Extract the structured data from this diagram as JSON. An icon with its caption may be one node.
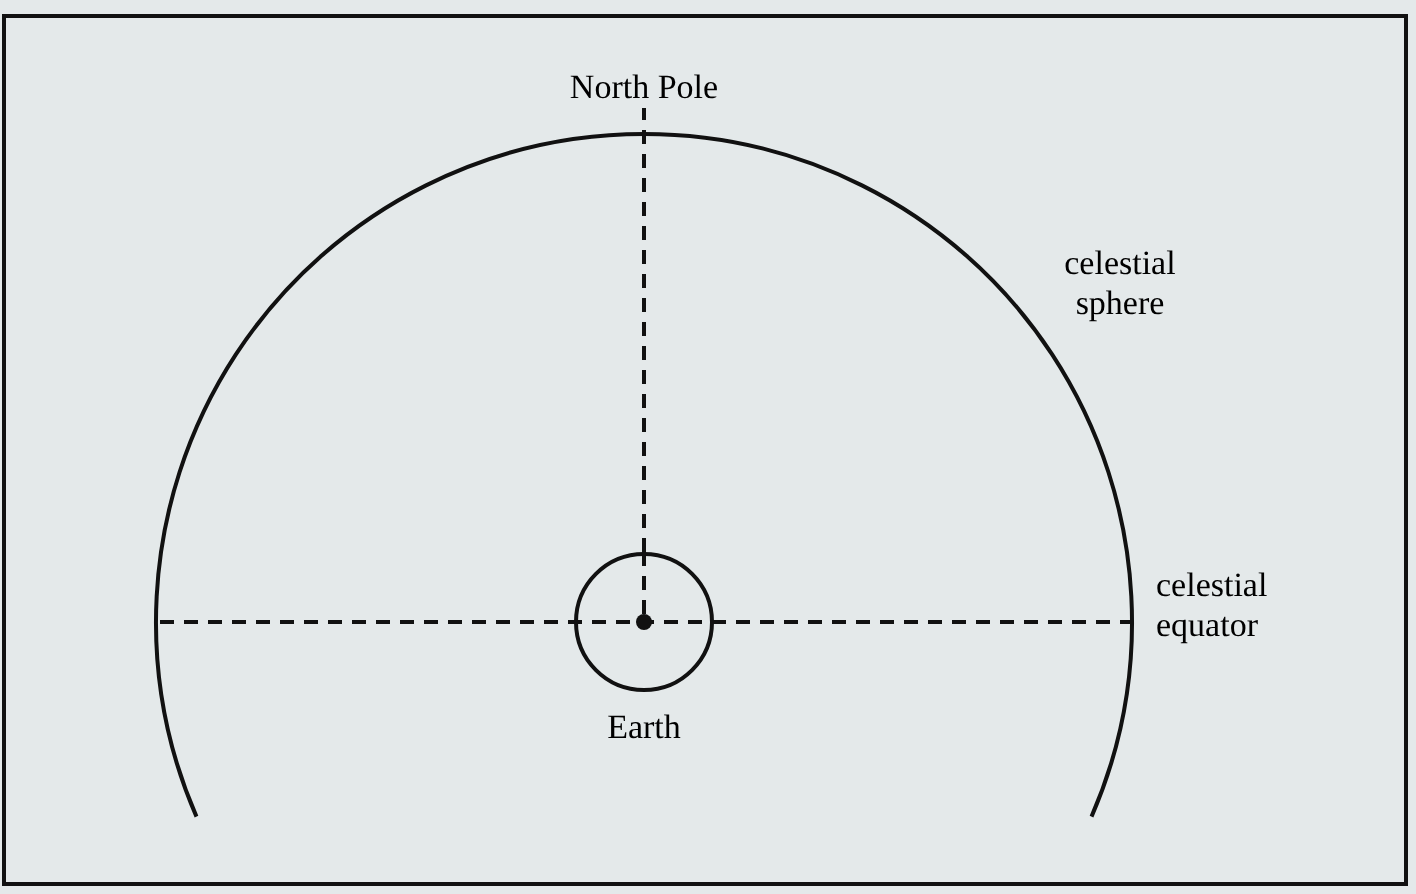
{
  "diagram": {
    "nodes": [
      {
        "text": [
          "North Pole"
        ]
      },
      {
        "text": [
          "Earth"
        ]
      }
    ],
    "edges": [
      {
        "from": 1,
        "to": 0,
        "arrow": "none",
        "style": "dashed"
      }
    ],
    "labels": [
      "celestial sphere",
      "celestial equator"
    ]
  }
}
